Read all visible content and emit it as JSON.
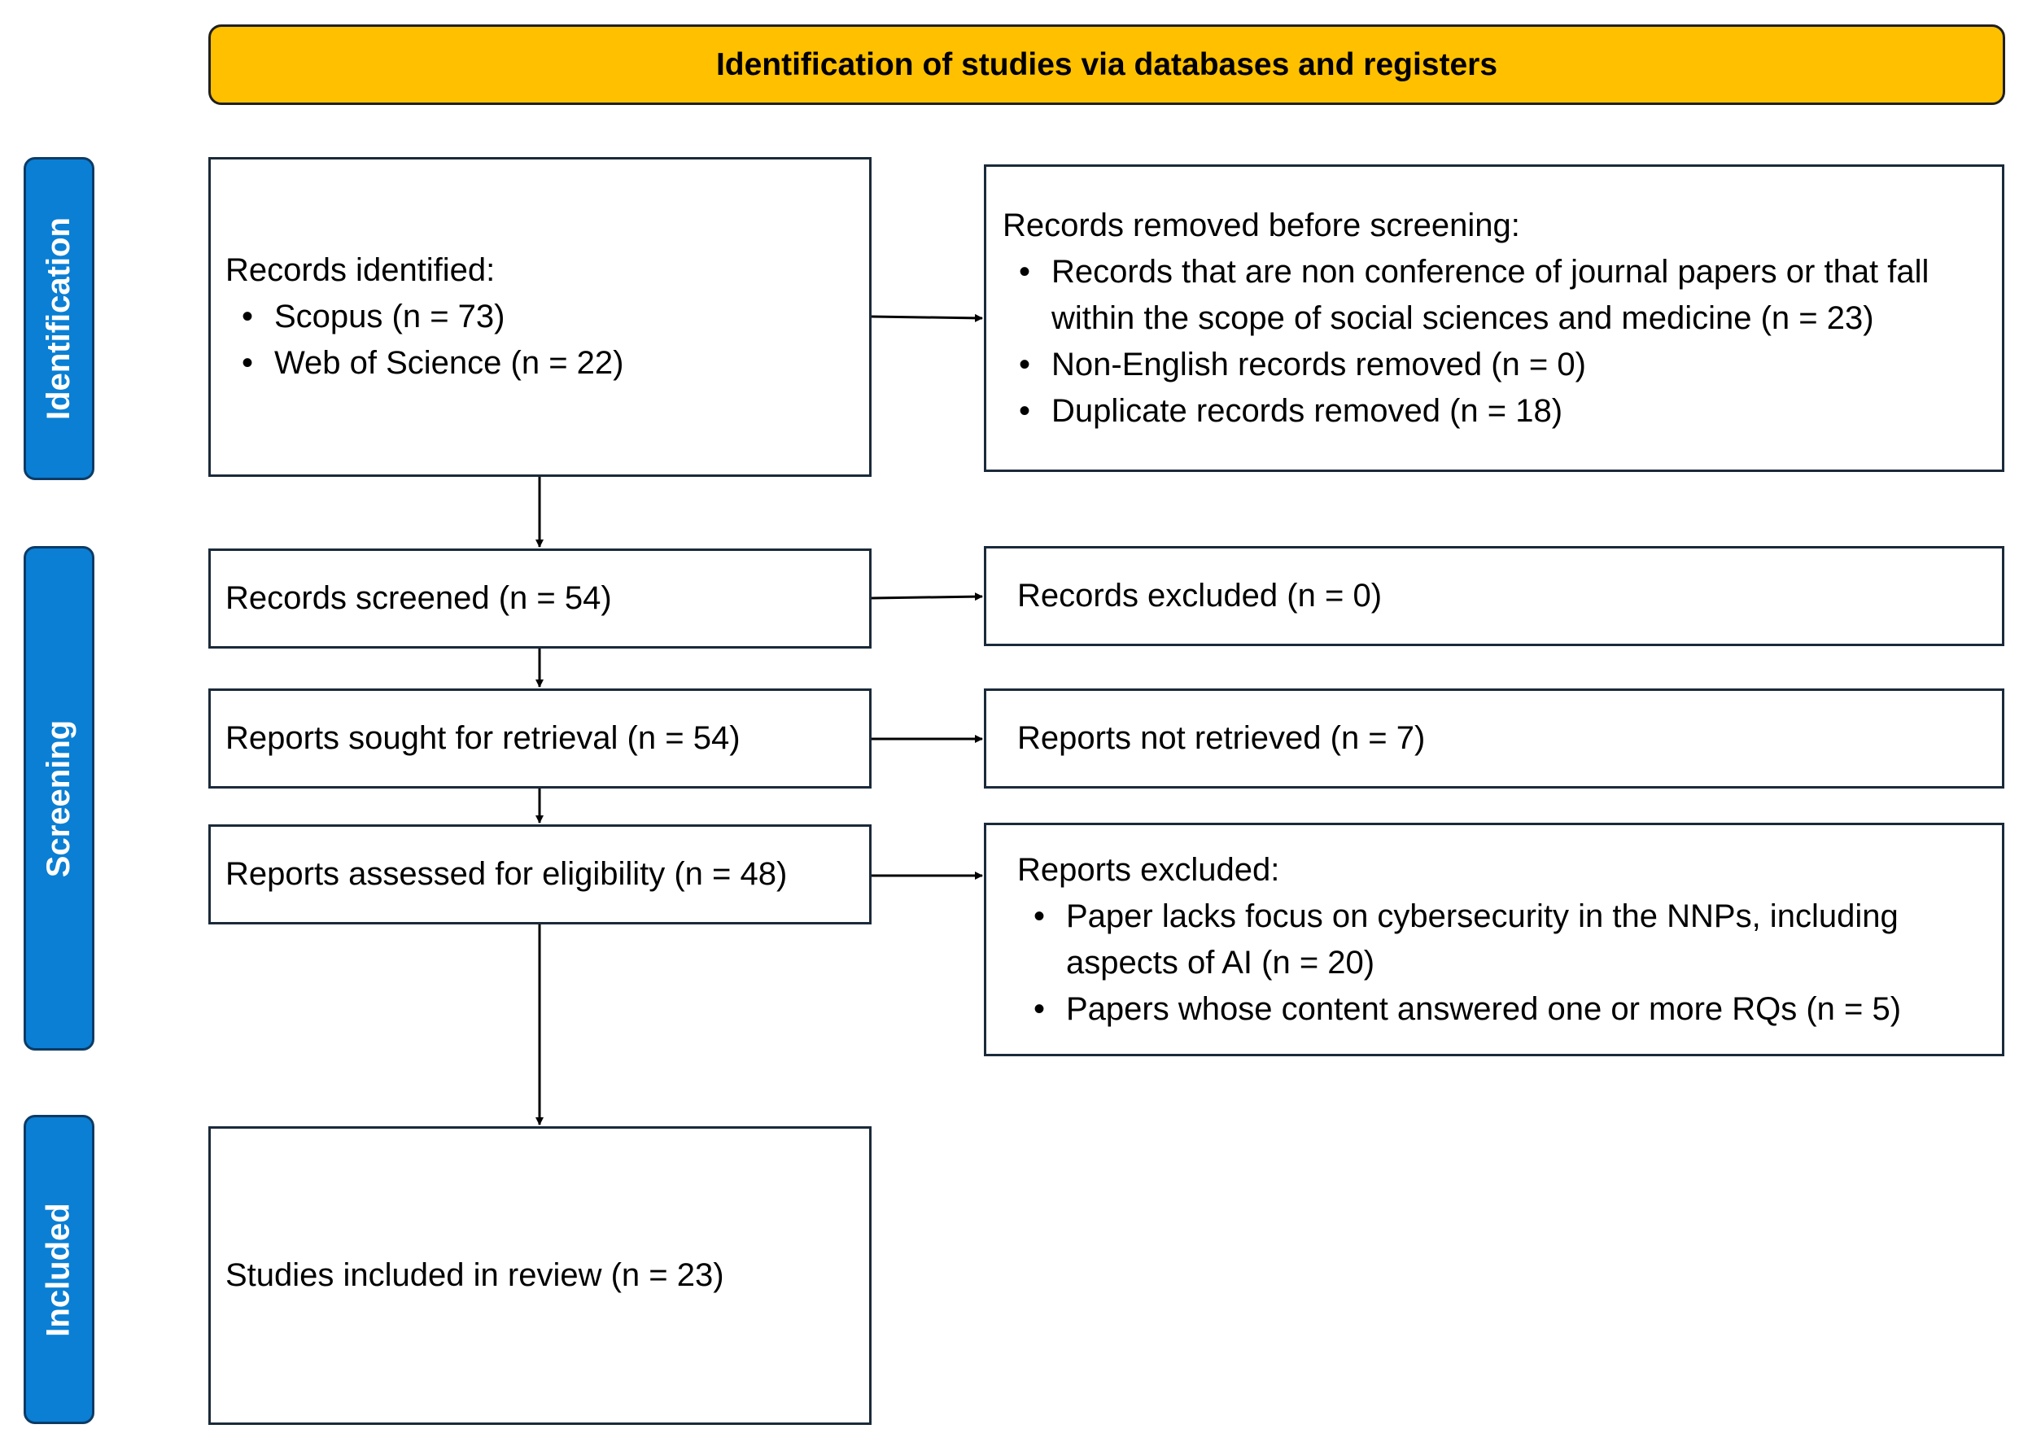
{
  "header": {
    "title": "Identification of studies via databases and registers"
  },
  "stages": {
    "identification": "Identification",
    "screening": "Screening",
    "included": "Included"
  },
  "identified": {
    "heading": "Records identified:",
    "items": [
      "Scopus (n = 73)",
      "Web of Science (n = 22)"
    ]
  },
  "removed": {
    "heading": "Records removed before screening:",
    "items": [
      "Records that are non conference of journal papers or that fall within the scope of social sciences and medicine (n = 23)",
      "Non-English records removed (n = 0)",
      "Duplicate records removed (n = 18)"
    ]
  },
  "screened": {
    "label": "Records screened (n = 54)"
  },
  "excluded": {
    "label": "Records excluded (n = 0)"
  },
  "sought": {
    "label": "Reports sought for retrieval (n = 54)"
  },
  "not_retrieved": {
    "label": "Reports not retrieved (n = 7)"
  },
  "assessed": {
    "label": "Reports assessed for eligibility (n = 48)"
  },
  "reports_excluded": {
    "heading": "Reports  excluded:",
    "items": [
      "Paper lacks focus on cybersecurity in the NNPs, including aspects of AI (n = 20)",
      "Papers whose content answered one or more RQs (n = 5)"
    ]
  },
  "included_box": {
    "label": "Studies included in review (n = 23)"
  }
}
